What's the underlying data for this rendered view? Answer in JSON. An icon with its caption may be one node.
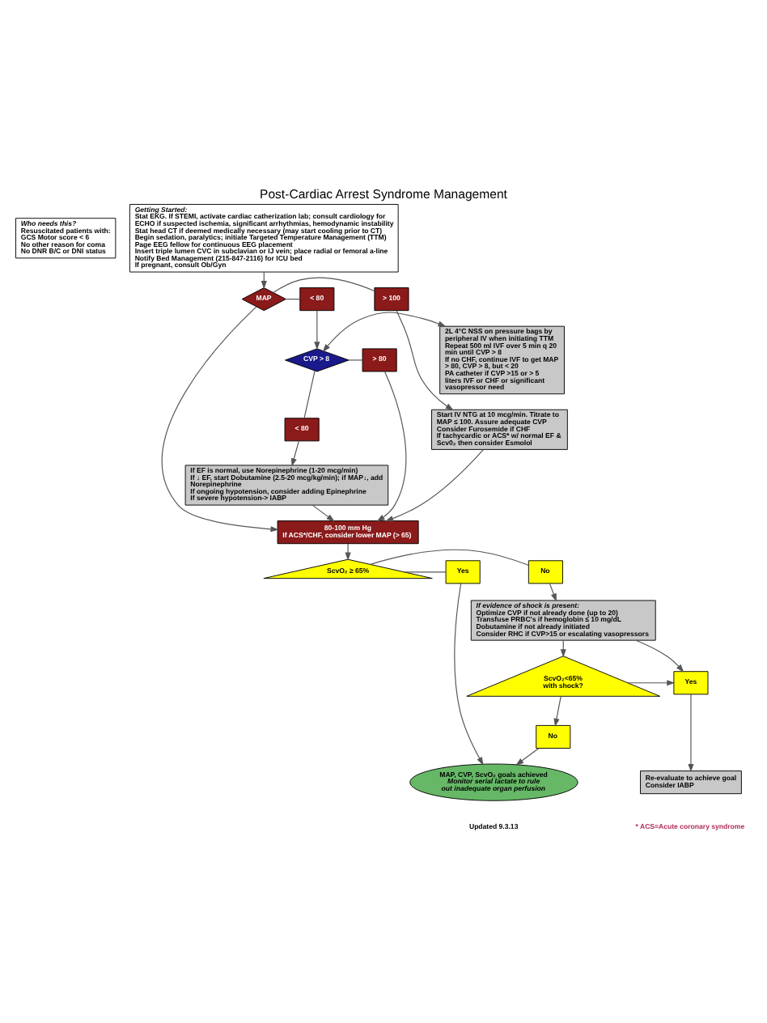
{
  "diagram": {
    "title": "Post-Cardiac Arrest Syndrome Management",
    "nodes": [
      {
        "text": [
          "Who needs this?",
          "Resuscitated patients with:",
          "GCS Motor score < 6",
          "No other reason for coma",
          "No DNR B/C or DNI status"
        ]
      },
      {
        "text": [
          "Getting Started:",
          "Stat EKG. If STEMI, activate cardiac catherization lab; consult cardiology for ECHO if suspected ischemia, significant arrhythmias, hemodynamic instability",
          "Stat head CT if deemed medically necessary (may start cooling prior to CT)",
          "Begin sedation, paralytics; initiate Targeted Temperature Management (TTM)",
          "Page EEG fellow for continuous EEG placement",
          "Insert triple lumen CVC in subclavian or IJ vein; place radial or femoral a-line",
          "Notify Bed Management (215-847-2116) for ICU bed",
          "If pregnant, consult Ob/Gyn"
        ]
      },
      {
        "text": [
          "MAP"
        ]
      },
      {
        "text": [
          "< 80"
        ]
      },
      {
        "text": [
          "> 100"
        ]
      },
      {
        "text": [
          "2L 4°C NSS on pressure bags by peripheral IV when initiating TTM",
          "Repeat 500 ml IVF over 5 min q 20 min until CVP > 8",
          "If no CHF, continue IVF to get MAP > 80, CVP > 8, but < 20",
          "PA catheter if CVP >15 or > 5 liters IVF or CHF or significant vasopressor need"
        ]
      },
      {
        "text": [
          "CVP > 8"
        ]
      },
      {
        "text": [
          "> 80"
        ]
      },
      {
        "text": [
          "< 80"
        ]
      },
      {
        "text": [
          "If EF is normal, use Norepinephrine (1-20 mcg/min)",
          "If ↓ EF, start Dobutamine (2.5-20 mcg/kg/min); if MAP↓, add Norepinephrine",
          "If ongoing hypotension, consider adding Epinephrine",
          "If severe hypotension-> IABP"
        ]
      },
      {
        "text": [
          "Start IV NTG at 10 mcg/min. Titrate to MAP ≤ 100. Assure adequate CVP",
          "Consider Furosemide if CHF",
          "If tachycardic or ACS* w/ normal EF & Scv0₂ then consider Esmolol"
        ]
      },
      {
        "text": [
          "80-100 mm Hg",
          "If ACS*/CHF, consider lower MAP (> 65)"
        ]
      },
      {
        "text": [
          "ScvO₂ ≥ 65%"
        ]
      },
      {
        "text": [
          "No"
        ]
      },
      {
        "text": [
          "Yes"
        ]
      },
      {
        "text": [
          "If evidence of shock is present:",
          "Optimize CVP if not already done (up to 20)",
          "Transfuse PRBC's if hemoglobin ≤ 10 mg/dL",
          "Dobutamine if not already initiated",
          "Consider RHC if CVP>15 or escalating vasopressors"
        ]
      },
      {
        "text": [
          "Yes"
        ]
      },
      {
        "text": [
          "ScvO₂<65% with shock?"
        ]
      },
      {
        "text": [
          "Re-evaluate to achieve goal",
          "Consider IABP"
        ]
      },
      {
        "text": [
          "No"
        ]
      },
      {
        "text": [
          "MAP, CVP, ScvO₂ goals achieved",
          "Monitor serial lactate to rule out inadequate organ perfusion"
        ]
      }
    ],
    "edges": [
      {
        "from": 1,
        "to": 2,
        "arrow": "to"
      },
      {
        "from": 2,
        "to": 3,
        "arrow": "none"
      },
      {
        "from": 2,
        "to": 4,
        "arrow": "none"
      },
      {
        "from": 3,
        "to": 6,
        "arrow": "to"
      },
      {
        "from": 6,
        "to": 5,
        "arrow": "both"
      },
      {
        "from": 6,
        "to": 7,
        "arrow": "none"
      },
      {
        "from": 6,
        "to": 8,
        "arrow": "none"
      },
      {
        "from": 7,
        "to": 11,
        "arrow": "to"
      },
      {
        "from": 2,
        "to": 11,
        "arrow": "to"
      },
      {
        "from": 8,
        "to": 9,
        "arrow": "to"
      },
      {
        "from": 4,
        "to": 10,
        "arrow": "to"
      },
      {
        "from": 9,
        "to": 11,
        "arrow": "to"
      },
      {
        "from": 10,
        "to": 11,
        "arrow": "to"
      },
      {
        "from": 11,
        "to": 12,
        "arrow": "to"
      },
      {
        "from": 12,
        "to": 13,
        "arrow": "none"
      },
      {
        "from": 12,
        "to": 14,
        "arrow": "none"
      },
      {
        "from": 13,
        "to": 15,
        "arrow": "to"
      },
      {
        "from": 14,
        "to": 20,
        "arrow": "to"
      },
      {
        "from": 15,
        "to": 16,
        "arrow": "to"
      },
      {
        "from": 15,
        "to": 17,
        "arrow": "to"
      },
      {
        "from": 17,
        "to": 16,
        "arrow": "to"
      },
      {
        "from": 17,
        "to": 19,
        "arrow": "to"
      },
      {
        "from": 16,
        "to": 18,
        "arrow": "to"
      },
      {
        "from": 19,
        "to": 20,
        "arrow": "to"
      }
    ],
    "labels": [
      "* ACS=Acute coronary syndrome",
      "Updated 9.3.13"
    ]
  }
}
